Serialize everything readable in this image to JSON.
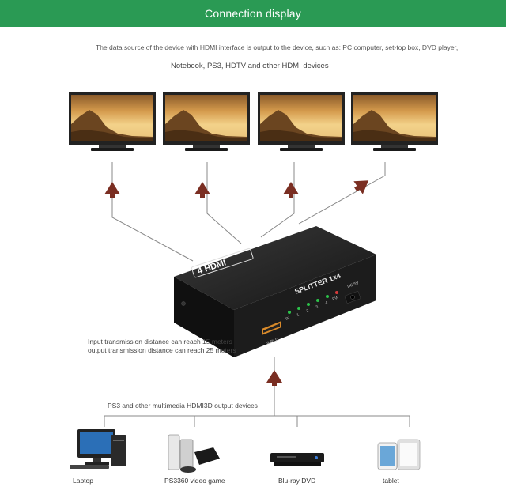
{
  "header": {
    "title": "Connection display"
  },
  "intro": {
    "line1": "The data source of the device with HDMI interface is output to the device, such as: PC computer, set-top box, DVD player,",
    "line2": "Notebook, PS3, HDTV and other HDMI devices"
  },
  "splitter": {
    "brand": "4 HDMI",
    "model": "SPLITTER 1x4",
    "port_in": "INPUT",
    "led_labels": [
      "IN",
      "1",
      "2",
      "3",
      "4",
      "PW"
    ],
    "dc_label": "DC 5V"
  },
  "distance": {
    "input": "Input transmission distance can reach 15 meters",
    "output": "output transmission distance can reach 25 meters"
  },
  "sources_note": "PS3 and other multimedia HDMI3D output devices",
  "devices": [
    {
      "label": "Laptop",
      "icon": "desktop-computer-icon"
    },
    {
      "label": "PS3360 video game",
      "icon": "game-console-icon"
    },
    {
      "label": "Blu-ray DVD",
      "icon": "dvd-player-icon"
    },
    {
      "label": "tablet",
      "icon": "tablet-icon"
    }
  ],
  "colors": {
    "header": "#2a9a54",
    "arrow": "#7a2e22",
    "device": "#1e1e1e",
    "led": "#2cc34a"
  }
}
